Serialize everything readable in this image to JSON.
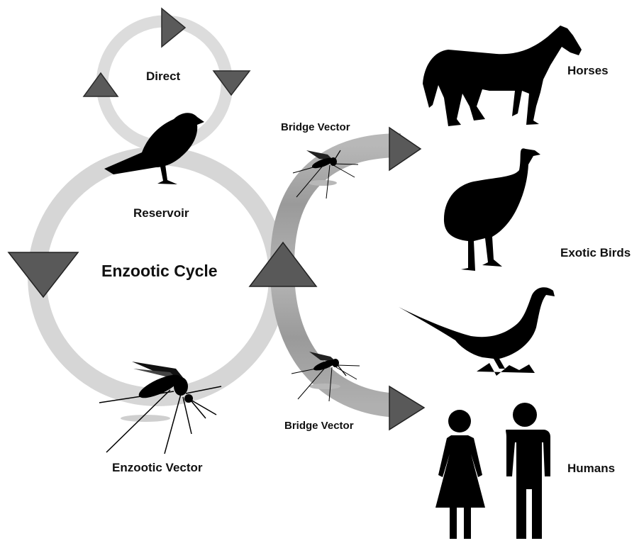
{
  "labels": {
    "direct": "Direct",
    "reservoir": "Reservoir",
    "enzootic_cycle": "Enzootic Cycle",
    "enzootic_vector": "Enzootic Vector",
    "bridge_vector_top": "Bridge Vector",
    "bridge_vector_bottom": "Bridge Vector",
    "horses": "Horses",
    "exotic_birds": "Exotic Birds",
    "humans": "Humans"
  },
  "colors": {
    "ring_light": "#d9d9d9",
    "ring_mid": "#a6a6a6",
    "arrow": "#595959",
    "arrow_outline": "#222222",
    "silhouette": "#000000"
  },
  "icons": [
    "bird-icon",
    "mosquito-icon",
    "horse-icon",
    "emu-icon",
    "pheasant-icon",
    "woman-icon",
    "man-icon"
  ]
}
